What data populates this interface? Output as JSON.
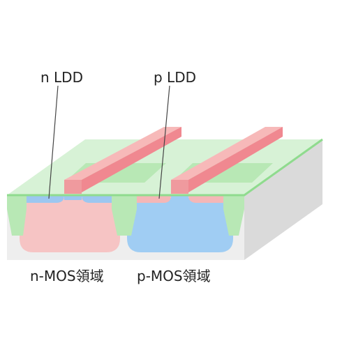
{
  "labels": {
    "n_ldd": "n LDD",
    "p_ldd": "p LDD",
    "n_region": "n-MOS領域",
    "p_region": "p-MOS領域"
  },
  "colors": {
    "oxide_top": "#d7f2d6",
    "oxide_edge": "#8fdb8e",
    "oxide_fill": "#b8e8b5",
    "substrate_front": "#eeeeee",
    "substrate_side": "#dadada",
    "p_well": "#f6c4c4",
    "n_well": "#a0cdf3",
    "gate_top": "#f7b9b9",
    "gate_face": "#ef9a9e",
    "gate_side": "#f08890",
    "n_ldd": "#9cc7f0",
    "p_ldd": "#f4b7b7"
  }
}
